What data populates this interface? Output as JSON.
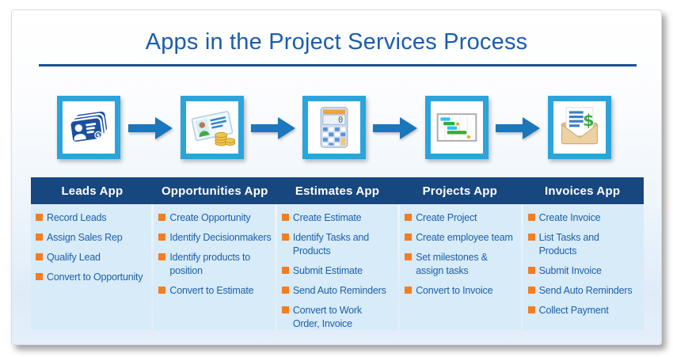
{
  "title": "Apps in the Project Services Process",
  "colors": {
    "title_text": "#1b5dad",
    "title_underline": "#1d4f93",
    "header_bar_bg": "#17477f",
    "header_bar_text": "#ffffff",
    "column_bg": "#d7ebf8",
    "bullet_square": "#f57d1f",
    "item_text": "#1e5faa",
    "icon_box_border": "#2ba4dc",
    "flow_arrow": "#1b76bc"
  },
  "apps": [
    {
      "name": "Leads App",
      "icon": "contact-cards-icon",
      "items": [
        "Record Leads",
        "Assign Sales Rep",
        "Qualify Lead",
        "Convert to Opportunity"
      ]
    },
    {
      "name": "Opportunities App",
      "icon": "business-card-coins-icon",
      "items": [
        "Create Opportunity",
        "Identify Decisionmakers",
        "Identify products to\nposition",
        "Convert to Estimate"
      ]
    },
    {
      "name": "Estimates App",
      "icon": "calculator-icon",
      "items": [
        "Create Estimate",
        "Identify Tasks and\nProducts",
        "Submit Estimate",
        "Send Auto Reminders",
        "Convert to Work\nOrder, Invoice"
      ]
    },
    {
      "name": "Projects App",
      "icon": "gantt-chart-icon",
      "items": [
        "Create Project",
        "Create employee team",
        "Set milestones &\nassign tasks",
        "Convert to Invoice"
      ]
    },
    {
      "name": "Invoices App",
      "icon": "invoice-envelope-icon",
      "items": [
        "Create Invoice",
        "List Tasks and\nProducts",
        "Submit Invoice",
        "Send Auto Reminders",
        "Collect Payment"
      ]
    }
  ]
}
